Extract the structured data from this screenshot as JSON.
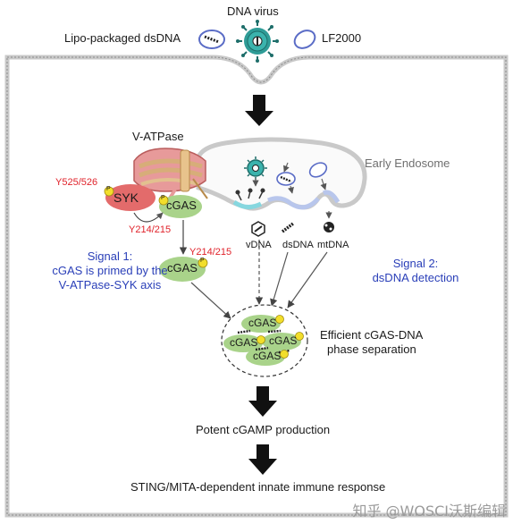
{
  "top": {
    "dna_virus": "DNA virus",
    "lipo_packaged": "Lipo-packaged dsDNA",
    "lf2000": "LF2000"
  },
  "complex": {
    "v_atpase": "V-ATPase",
    "syk": "SYK",
    "y525": "Y525/526",
    "cgas": "cGAS",
    "y214_left": "Y214/215",
    "y214_right": "Y214/215",
    "cgas_primed": "cGAS",
    "phospho": "P"
  },
  "endosome": {
    "label": "Early Endosome",
    "vdna": "vDNA",
    "dsdna": "dsDNA",
    "mtdna": "mtDNA"
  },
  "signal1": {
    "line1": "Signal 1:",
    "line2": "cGAS is primed by the",
    "line3": "V-ATPase-SYK axis"
  },
  "signal2": {
    "line1": "Signal 2:",
    "line2": "dsDNA detection"
  },
  "condensate": {
    "cgas_labels": [
      "cGAS",
      "cGAS",
      "cGAS",
      "cGAS"
    ],
    "label_line1": "Efficient cGAS-DNA",
    "label_line2": "phase separation"
  },
  "outputs": {
    "cgamp": "Potent cGAMP production",
    "sting": "STING/MITA-dependent innate immune response"
  },
  "watermark": "知乎 @WOSCI沃斯编辑",
  "colors": {
    "red": "#e0232b",
    "blue": "#2a3fb8",
    "syk_fill": "#e36b6b",
    "cgas_fill": "#a9d38a",
    "phospho_fill": "#f2de2b",
    "membrane": "#c9c9c9",
    "virus_teal": "#2f9c97"
  }
}
